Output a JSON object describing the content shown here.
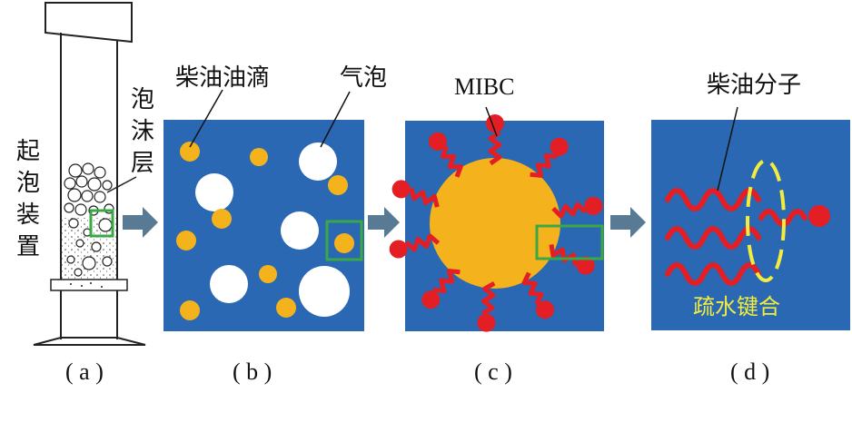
{
  "colors": {
    "panel": "#2a68b3",
    "oil": "#f4b31c",
    "bubble": "#ffffff",
    "mibc": "#e31e24",
    "highlight": "#3aa845",
    "arrow": "#587a95",
    "bond": "#f2ec3f"
  },
  "panel_a": {
    "device_label": [
      "起",
      "泡",
      "装",
      "置"
    ],
    "foam_label": [
      "泡",
      "沫",
      "层"
    ],
    "caption": "( a )"
  },
  "panel_b": {
    "oil_label": "柴油油滴",
    "bubble_label": "气泡",
    "caption": "( b )"
  },
  "panel_c": {
    "mibc_label": "MIBC",
    "caption": "( c )"
  },
  "panel_d": {
    "diesel_label": "柴油分子",
    "bond_label": "疏水键合",
    "caption": "( d )"
  },
  "icons": [
    "arrow-right-icon",
    "arrow-right-icon",
    "arrow-right-icon"
  ]
}
